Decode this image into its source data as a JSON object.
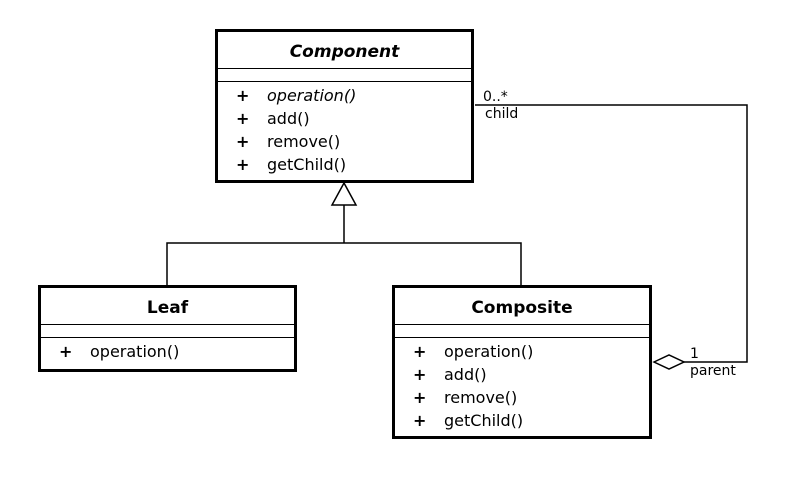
{
  "diagram": {
    "classes": {
      "component": {
        "name": "Component",
        "operations": [
          {
            "visibility": "+",
            "name": "operation()"
          },
          {
            "visibility": "+",
            "name": "add()"
          },
          {
            "visibility": "+",
            "name": "remove()"
          },
          {
            "visibility": "+",
            "name": "getChild()"
          }
        ]
      },
      "leaf": {
        "name": "Leaf",
        "operations": [
          {
            "visibility": "+",
            "name": "operation()"
          }
        ]
      },
      "composite": {
        "name": "Composite",
        "operations": [
          {
            "visibility": "+",
            "name": "operation()"
          },
          {
            "visibility": "+",
            "name": "add()"
          },
          {
            "visibility": "+",
            "name": "remove()"
          },
          {
            "visibility": "+",
            "name": "getChild()"
          }
        ]
      }
    },
    "association": {
      "child_multiplicity": "0..*",
      "child_role": "child",
      "parent_multiplicity": "1",
      "parent_role": "parent"
    }
  }
}
